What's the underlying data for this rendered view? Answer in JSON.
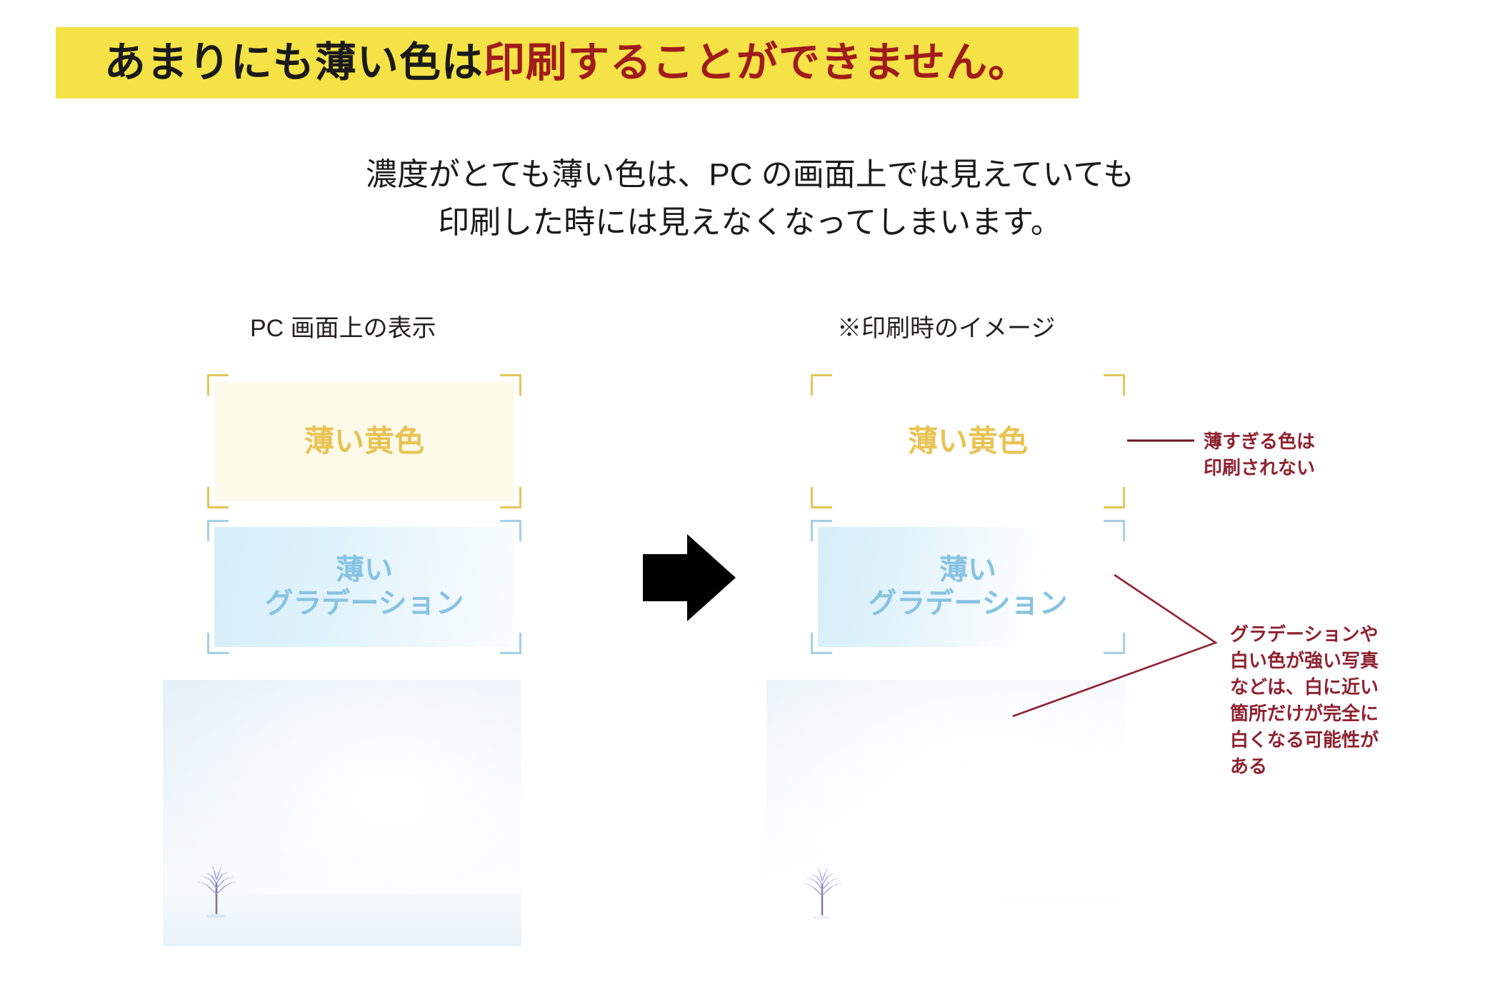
{
  "title": {
    "black_part": "あまりにも薄い色は",
    "red_part": "印刷することができません。"
  },
  "subtitle": {
    "line1": "濃度がとても薄い色は、PC の画面上では見えていても",
    "line2": "印刷した時には見えなくなってしまいます。"
  },
  "columns": {
    "screen_caption": "PC 画面上の表示",
    "print_caption": "※印刷時のイメージ"
  },
  "samples": {
    "yellow_label": "薄い黄色",
    "gradient_label": "薄い\nグラデーション"
  },
  "annotations": {
    "thin_color": "薄すぎる色は\n印刷されない",
    "gradient_note": "グラデーションや\n白い色が強い写真\nなどは、白に近い\n箇所だけが完全に\n白くなる可能性が\nある"
  },
  "colors": {
    "banner_yellow": "#F5E246",
    "title_red": "#A01B1B",
    "sample_yellow_text": "#E8C354",
    "sample_yellow_fill": "#FDFAEA",
    "sample_blue_text": "#87C3E2",
    "annotation_red": "#8E2231",
    "arrow_black": "#000000"
  },
  "icons": {
    "arrow": "right-arrow-icon",
    "photo": "snow-tree-photo"
  }
}
